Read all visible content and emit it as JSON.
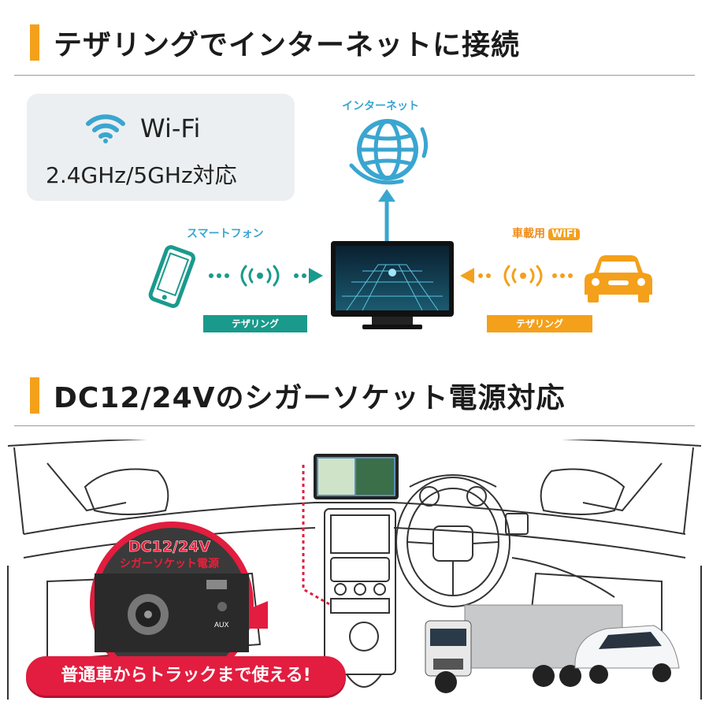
{
  "section1": {
    "title": "テザリングでインターネットに接続"
  },
  "wifi_badge": {
    "label": "Wi-Fi",
    "freq": "2.4GHz/5GHz対応"
  },
  "diagram": {
    "internet_label": "インターネット",
    "smartphone_label": "スマートフォン",
    "car_wifi_label": "車載用",
    "car_wifi_chip": "WiFi",
    "tether_left": "テザリング",
    "tether_right": "テザリング",
    "icons": [
      "globe-icon",
      "smartphone-icon",
      "car-icon",
      "wifi-icon",
      "signal-icon"
    ],
    "colors": {
      "blue": "#3aa6d0",
      "teal": "#1a9a8c",
      "orange": "#f4a01a"
    }
  },
  "section2": {
    "title": "DC12/24Vのシガーソケット電源対応"
  },
  "socket_callout": {
    "line1": "DC12/24V",
    "line2": "シガーソケット電源",
    "aux": "AUX"
  },
  "pill": {
    "text": "普通車からトラックまで使える!"
  },
  "accent": "#f4a01a",
  "pill_color": "#e21d3f"
}
